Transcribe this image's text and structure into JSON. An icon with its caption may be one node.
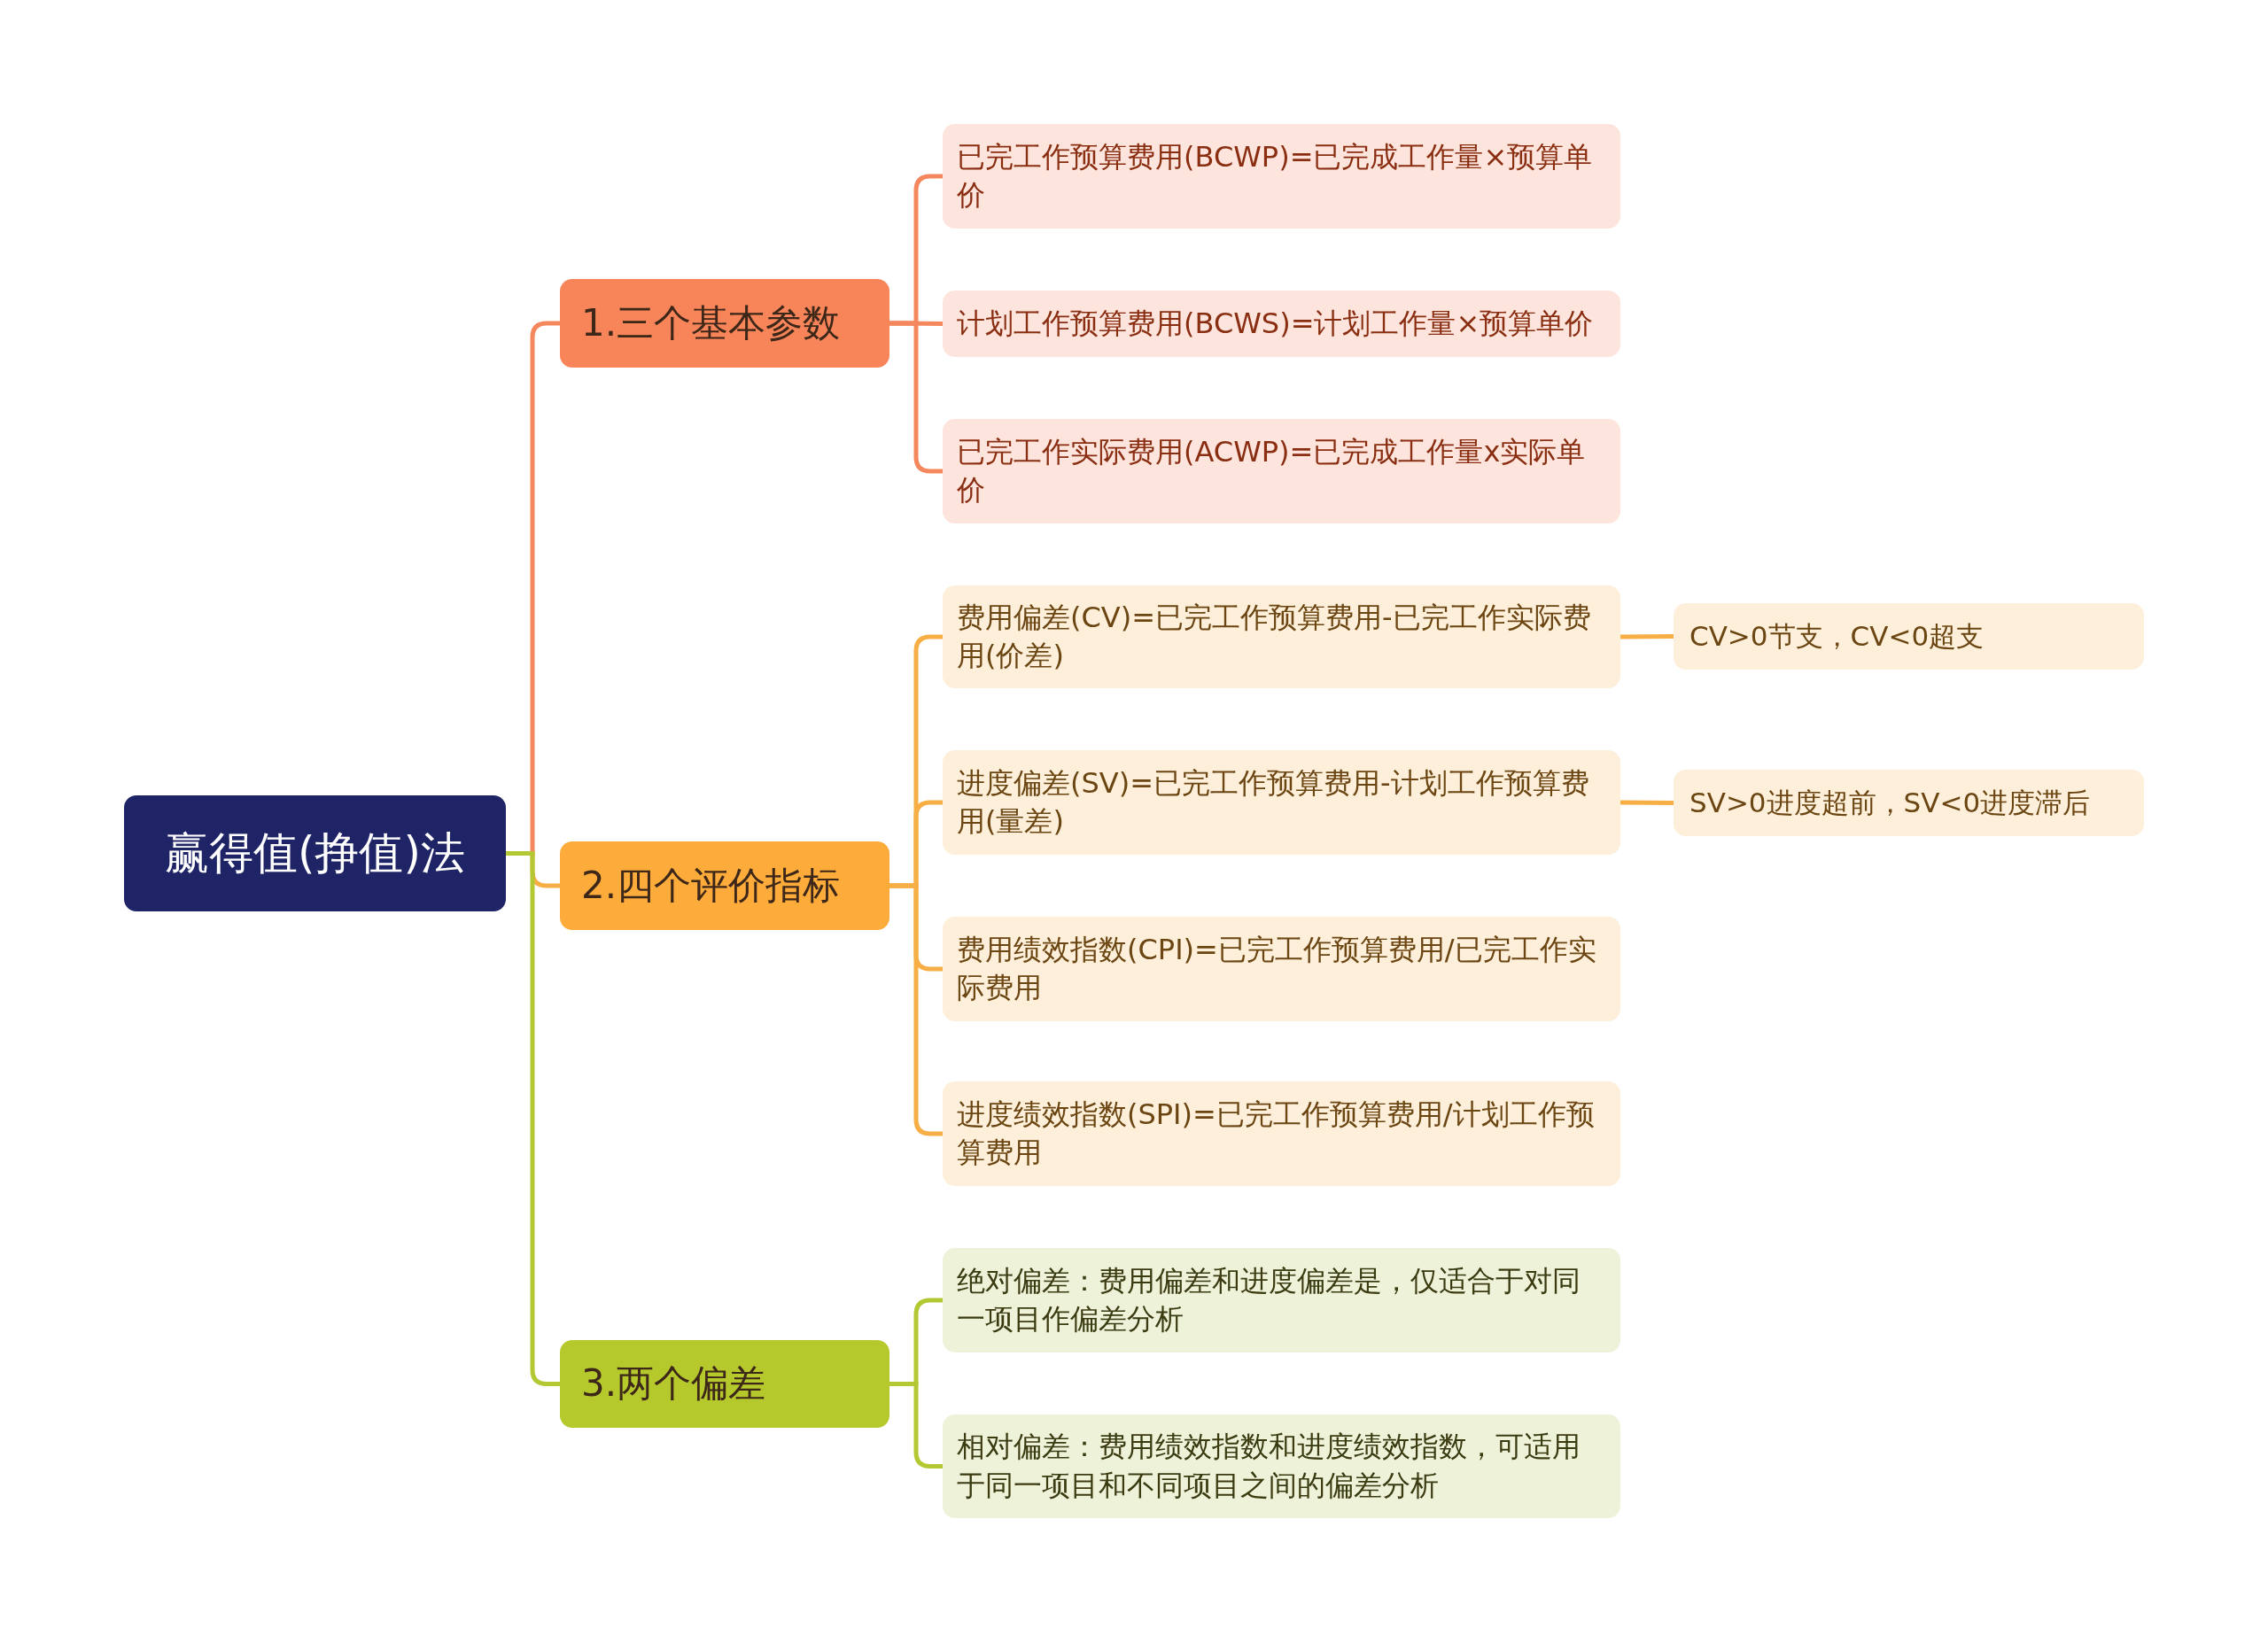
{
  "diagram": {
    "nodes": [
      {
        "text": [
          "赢得值(挣值)法"
        ]
      },
      {
        "text": [
          "1.三个基本参数"
        ]
      },
      {
        "text": [
          "已完工作预算费用(BCWP)=已完成工作量×预算单价"
        ]
      },
      {
        "text": [
          "计划工作预算费用(BCWS)=计划工作量×预算单价"
        ]
      },
      {
        "text": [
          "已完工作实际费用(ACWP)=已完成工作量x实际单价"
        ]
      },
      {
        "text": [
          "2.四个评价指标"
        ]
      },
      {
        "text": [
          "费用偏差(CV)=已完工作预算费用-已完工作实际费用(价差)"
        ]
      },
      {
        "text": [
          "CV>0节支，CV<0超支"
        ]
      },
      {
        "text": [
          "进度偏差(SV)=已完工作预算费用-计划工作预算费用(量差)"
        ]
      },
      {
        "text": [
          "SV>0进度超前，SV<0进度滞后"
        ]
      },
      {
        "text": [
          "费用绩效指数(CPI)=已完工作预算费用/已完工作实际费用"
        ]
      },
      {
        "text": [
          "进度绩效指数(SPI)=已完工作预算费用/计划工作预算费用"
        ]
      },
      {
        "text": [
          "3.两个偏差"
        ]
      },
      {
        "text": [
          "绝对偏差：费用偏差和进度偏差是，仅适合于对同一项目作偏差分析"
        ]
      },
      {
        "text": [
          "相对偏差：费用绩效指数和进度绩效指数，可适用于同一项目和不同项目之间的偏差分析"
        ]
      }
    ],
    "edges": [
      {
        "from": 0,
        "to": 1,
        "arrow": "none",
        "color": "#f5875e"
      },
      {
        "from": 1,
        "to": 2,
        "arrow": "none",
        "color": "#f5875e"
      },
      {
        "from": 1,
        "to": 3,
        "arrow": "none",
        "color": "#f5875e"
      },
      {
        "from": 1,
        "to": 4,
        "arrow": "none",
        "color": "#f5875e"
      },
      {
        "from": 0,
        "to": 5,
        "arrow": "none"
      },
      {
        "from": 5,
        "to": 6,
        "arrow": "none"
      },
      {
        "from": 6,
        "to": 7,
        "arrow": "none"
      },
      {
        "from": 5,
        "to": 8,
        "arrow": "none"
      },
      {
        "from": 8,
        "to": 9,
        "arrow": "none"
      },
      {
        "from": 5,
        "to": 10,
        "arrow": "none"
      },
      {
        "from": 5,
        "to": 11,
        "arrow": "none"
      },
      {
        "from": 0,
        "to": 12,
        "arrow": "none",
        "color": "#b3c832"
      },
      {
        "from": 12,
        "to": 13,
        "arrow": "none",
        "color": "#b3c832"
      },
      {
        "from": 12,
        "to": 14,
        "arrow": "none",
        "color": "#b3c832"
      }
    ]
  }
}
